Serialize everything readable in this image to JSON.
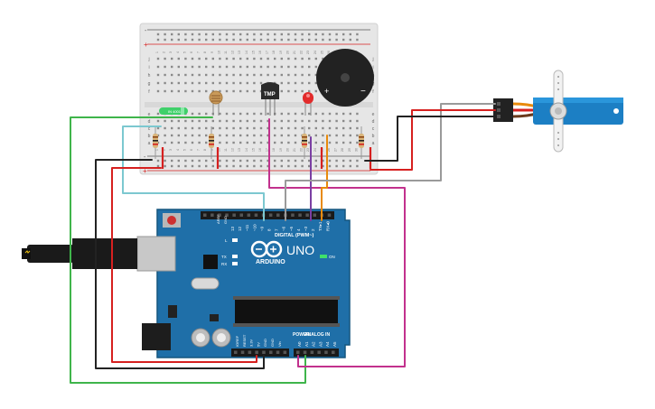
{
  "breadboard": {
    "row_labels": [
      "a",
      "b",
      "c",
      "d",
      "e",
      "f",
      "g",
      "h",
      "i",
      "j"
    ],
    "column_numbers": [
      "1",
      "2",
      "3",
      "4",
      "5",
      "6",
      "7",
      "8",
      "9",
      "10",
      "11",
      "12",
      "13",
      "14",
      "15",
      "16",
      "17",
      "18",
      "19",
      "20",
      "21",
      "22",
      "23",
      "24",
      "25",
      "26",
      "27",
      "28",
      "29",
      "30"
    ],
    "rail_plus": "+",
    "rail_minus": "-"
  },
  "components": {
    "temp_sensor_label": "TMP",
    "diode_label": "IN 4001",
    "buzzer_plus": "+",
    "buzzer_minus": "−"
  },
  "arduino": {
    "brand": "ARDUINO",
    "model": "UNO",
    "on_label": "ON",
    "l_label": "L",
    "tx_label": "TX",
    "rx_label": "RX",
    "digital_label": "DIGITAL (PWM~)",
    "aref_label": "AREF",
    "gnd_label": "GND",
    "digital_pins": [
      "13",
      "12",
      "~11",
      "~10",
      "~9",
      "8",
      "7",
      "~6",
      "~5",
      "4",
      "~3",
      "2",
      "TX▸1",
      "RX◂0"
    ],
    "power_label": "POWER",
    "analog_label": "ANALOG IN",
    "power_pins": [
      "IOREF",
      "RESET",
      "3.3V",
      "5V",
      "GND",
      "GND",
      "Vin"
    ],
    "analog_pins": [
      "A0",
      "A1",
      "A2",
      "A3",
      "A4",
      "A5"
    ]
  },
  "colors": {
    "board": "#1f6fa8",
    "board_edge": "#15577f",
    "breadboard": "#e9e9e9",
    "wire_green": "#3fb54b",
    "wire_cyan": "#7cc8d0",
    "wire_black": "#222222",
    "wire_red": "#d6201f",
    "wire_magenta": "#c2318d",
    "wire_purple": "#7b3fa3",
    "wire_orange": "#e88a0c",
    "wire_gray": "#9a9a9a",
    "servo": "#1c7fc4"
  }
}
